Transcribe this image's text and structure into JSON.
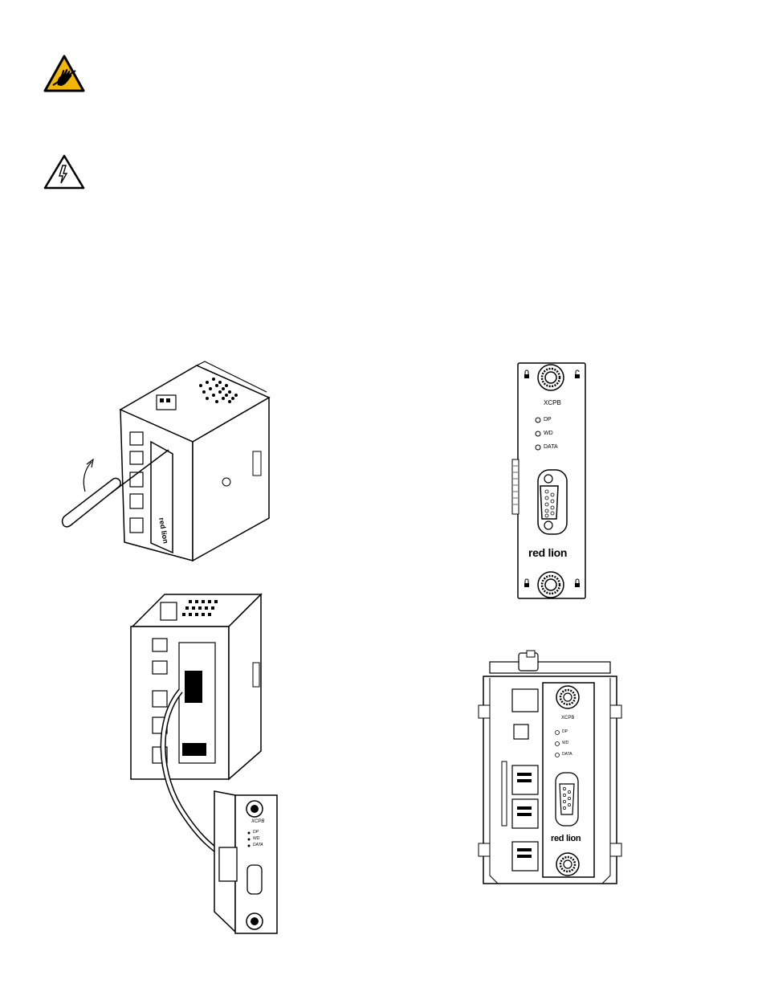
{
  "icons": {
    "esd": "esd-warning-icon",
    "shock": "electrical-shock-warning-icon"
  },
  "module": {
    "name": "XCPB",
    "leds": [
      "DP",
      "WD",
      "DATA"
    ],
    "brand": "red lion"
  },
  "installed_view": {
    "name": "XCPB",
    "leds": [
      "DP",
      "WD",
      "DATA"
    ],
    "brand": "red lion"
  },
  "cable_view": {
    "name": "XCPB",
    "leds": [
      "DP",
      "WD",
      "DATA"
    ]
  },
  "colors": {
    "esd_yellow": "#f2b705",
    "line": "#000000"
  }
}
